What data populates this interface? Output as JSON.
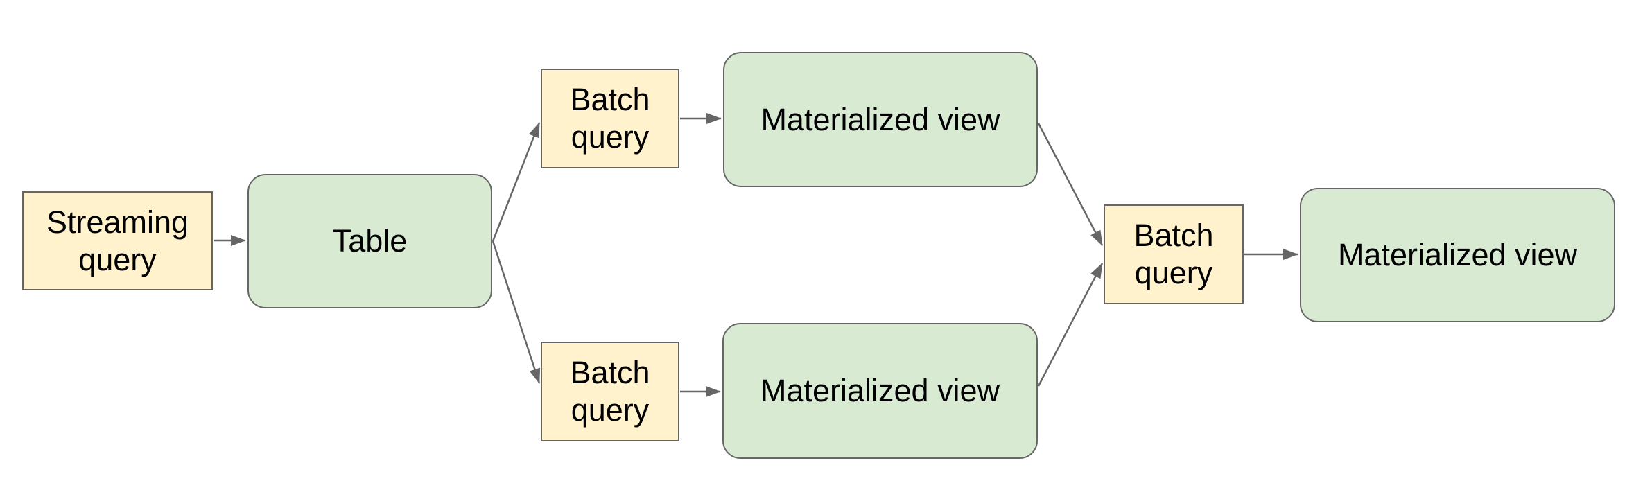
{
  "colors": {
    "background": "#ffffff",
    "query_node_fill": "#fff2cc",
    "data_node_fill": "#d9ead3",
    "node_border": "#666666",
    "connector": "#666666",
    "label_text": "#000000"
  },
  "nodes": [
    {
      "id": "streaming-query",
      "label": "Streaming query",
      "kind": "query"
    },
    {
      "id": "table",
      "label": "Table",
      "kind": "data"
    },
    {
      "id": "batch-query-top",
      "label": "Batch query",
      "kind": "query"
    },
    {
      "id": "materialized-view-top",
      "label": "Materialized view",
      "kind": "data"
    },
    {
      "id": "batch-query-bottom",
      "label": "Batch query",
      "kind": "query"
    },
    {
      "id": "materialized-view-bottom",
      "label": "Materialized view",
      "kind": "data"
    },
    {
      "id": "batch-query-right",
      "label": "Batch query",
      "kind": "query"
    },
    {
      "id": "materialized-view-right",
      "label": "Materialized view",
      "kind": "data"
    }
  ],
  "edges": [
    {
      "from": "streaming-query",
      "to": "table"
    },
    {
      "from": "table",
      "to": "batch-query-top"
    },
    {
      "from": "table",
      "to": "batch-query-bottom"
    },
    {
      "from": "batch-query-top",
      "to": "materialized-view-top"
    },
    {
      "from": "batch-query-bottom",
      "to": "materialized-view-bottom"
    },
    {
      "from": "materialized-view-top",
      "to": "batch-query-right"
    },
    {
      "from": "materialized-view-bottom",
      "to": "batch-query-right"
    },
    {
      "from": "batch-query-right",
      "to": "materialized-view-right"
    }
  ]
}
